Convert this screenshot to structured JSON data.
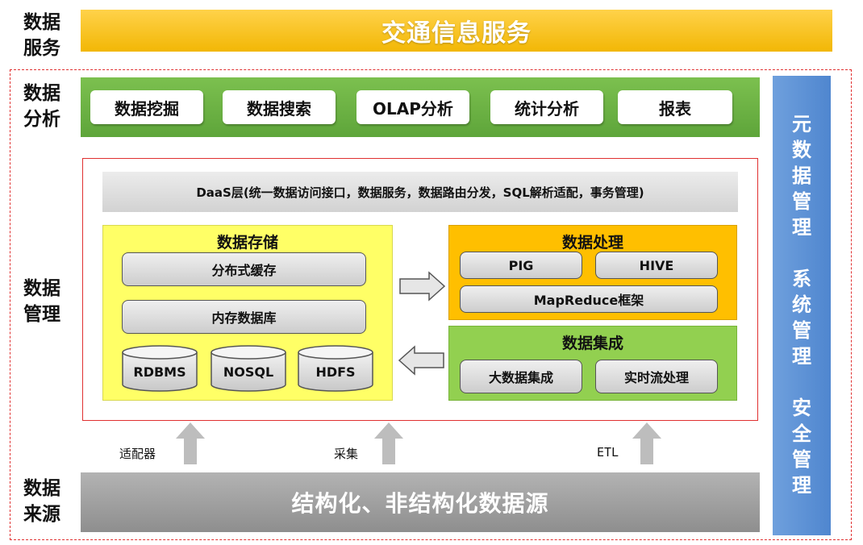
{
  "layers": {
    "services_label": "数据\n服务",
    "analysis_label": "数据\n分析",
    "management_label": "数据\n管理",
    "source_label": "数据\n来源"
  },
  "services_bar": "交通信息服务",
  "analysis_buttons": [
    "数据挖掘",
    "数据搜索",
    "OLAP分析",
    "统计分析",
    "报表"
  ],
  "daas": "DaaS层(统一数据访问接口，数据服务，数据路由分发，SQL解析适配，事务管理)",
  "storage": {
    "title": "数据存储",
    "items": [
      "分布式缓存",
      "内存数据库"
    ],
    "databases": [
      "RDBMS",
      "NOSQL",
      "HDFS"
    ]
  },
  "processing": {
    "title": "数据处理",
    "items": [
      "PIG",
      "HIVE",
      "MapReduce框架"
    ]
  },
  "integration": {
    "title": "数据集成",
    "items": [
      "大数据集成",
      "实时流处理"
    ]
  },
  "arrows": [
    "适配器",
    "采集",
    "ETL"
  ],
  "source_bar": "结构化、非结构化数据源",
  "right_panel": [
    "元数据管理",
    "系统管理",
    "安全管理"
  ]
}
